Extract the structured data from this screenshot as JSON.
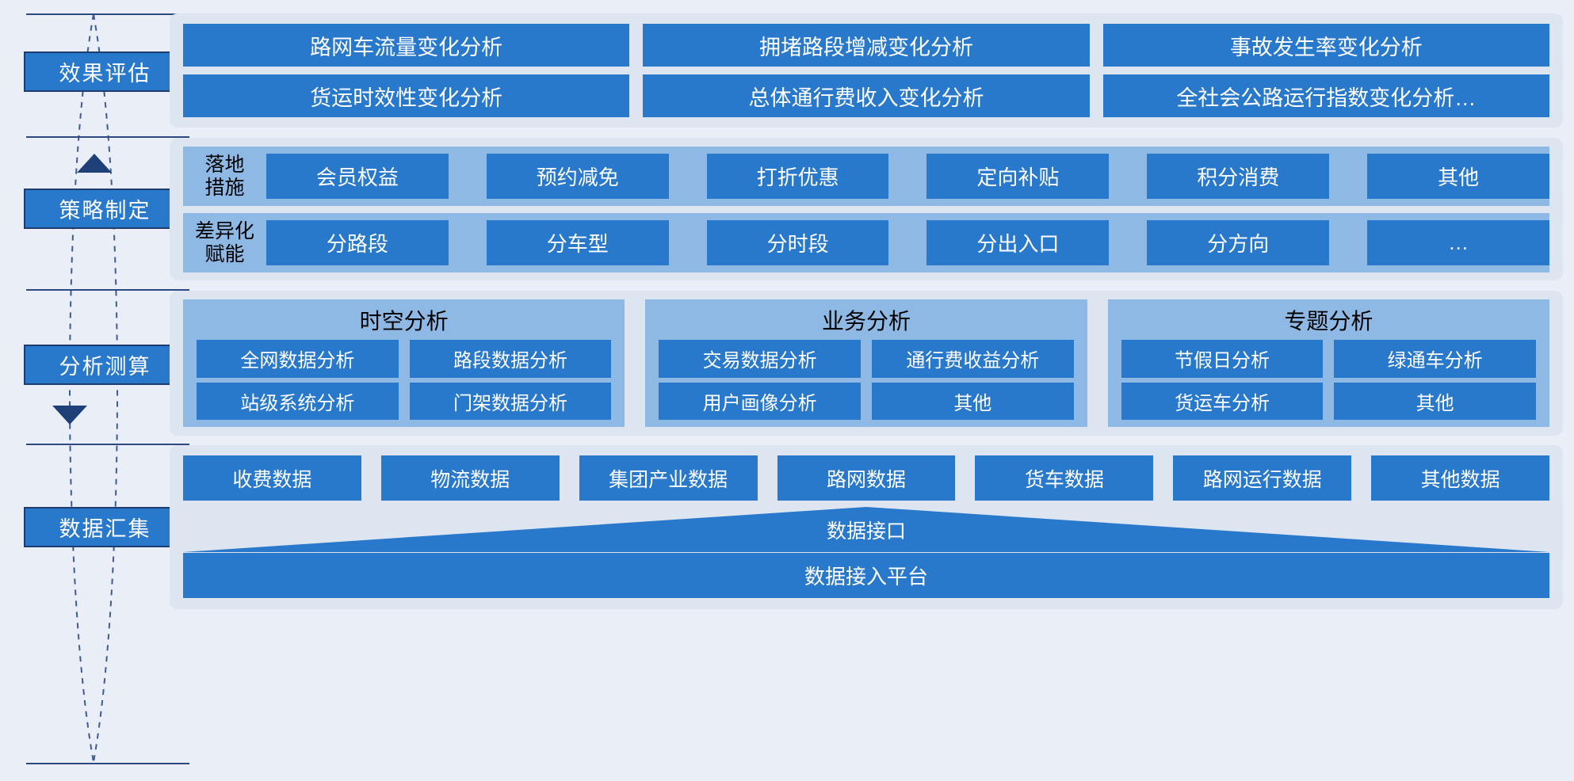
{
  "stages": [
    {
      "label": "效果评估"
    },
    {
      "label": "策略制定"
    },
    {
      "label": "分析测算"
    },
    {
      "label": "数据汇集"
    }
  ],
  "effect_evaluation": {
    "items": [
      "路网车流量变化分析",
      "拥堵路段增减变化分析",
      "事故发生率变化分析",
      "货运时效性变化分析",
      "总体通行费收入变化分析",
      "全社会公路运行指数变化分析…"
    ]
  },
  "strategy": {
    "rows": [
      {
        "label": "落地\n措施",
        "items": [
          "会员权益",
          "预约减免",
          "打折优惠",
          "定向补贴",
          "积分消费",
          "其他"
        ]
      },
      {
        "label": "差异化\n赋能",
        "items": [
          "分路段",
          "分车型",
          "分时段",
          "分出入口",
          "分方向",
          "…"
        ]
      }
    ]
  },
  "analysis": {
    "columns": [
      {
        "title": "时空分析",
        "items": [
          "全网数据分析",
          "路段数据分析",
          "站级系统分析",
          "门架数据分析"
        ]
      },
      {
        "title": "业务分析",
        "items": [
          "交易数据分析",
          "通行费收益分析",
          "用户画像分析",
          "其他"
        ]
      },
      {
        "title": "专题分析",
        "items": [
          "节假日分析",
          "绿通车分析",
          "货运车分析",
          "其他"
        ]
      }
    ]
  },
  "data_collection": {
    "sources": [
      "收费数据",
      "物流数据",
      "集团产业数据",
      "路网数据",
      "货车数据",
      "路网运行数据",
      "其他数据"
    ],
    "interface_label": "数据接口",
    "platform_label": "数据接入平台"
  },
  "colors": {
    "page_bg": "#eaeff7",
    "panel_bg": "#dde5f0",
    "band_bg": "#8fb9e5",
    "accent": "#2878cb",
    "chip_border": "#1f3c6e",
    "rail_line": "#2c4a80",
    "arrow": "#1f3f78"
  }
}
